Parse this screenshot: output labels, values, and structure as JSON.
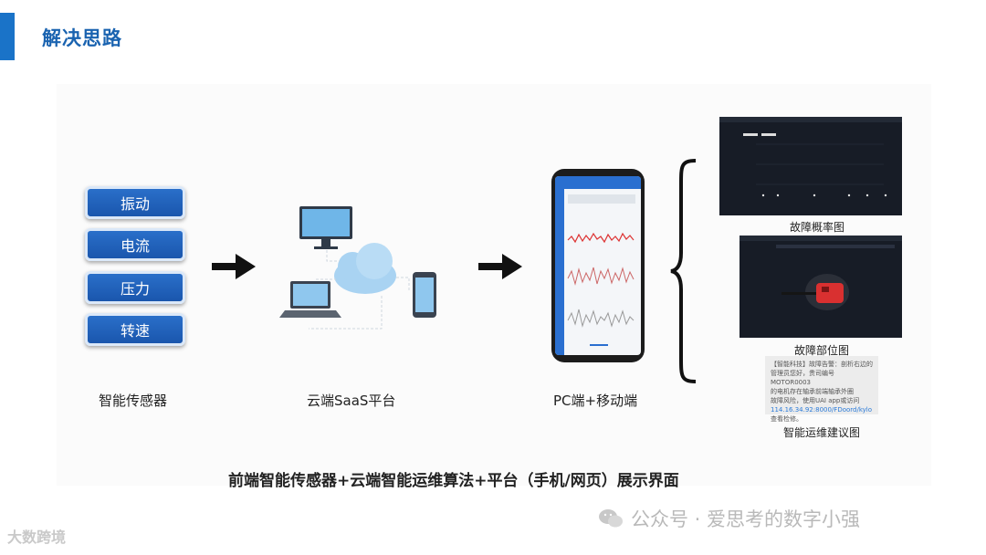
{
  "header": {
    "title": "解决思路"
  },
  "sensors": {
    "items": [
      "振动",
      "电流",
      "压力",
      "转速"
    ],
    "caption": "智能传感器"
  },
  "cloud": {
    "caption": "云端SaaS平台"
  },
  "client": {
    "caption": "PC端+移动端"
  },
  "screenshots": {
    "fault_probability": {
      "caption": "故障概率图"
    },
    "fault_location": {
      "caption": "故障部位图"
    },
    "advice": {
      "caption": "智能运维建议图",
      "message_lines": [
        "【智能科技】故障告警：剖析右边的",
        "管理员您好，贵司编号MOTOR0003",
        "的电机存在轴承前端轴承外圈",
        "故障风险，使用UAI app或访问"
      ],
      "link": "114.16.34.92:8000/FDoord/kylo",
      "message_tail": " 查看检修。"
    }
  },
  "summary": "前端智能传感器+云端智能运维算法+平台（手机/网页）展示界面",
  "footer": {
    "wechat_text": "公众号 · 爱思考的数字小强",
    "watermark_text": "大数跨境"
  },
  "colors": {
    "accent": "#1a73c8",
    "button": "#1f5fb8",
    "dark_panel": "#171c26"
  },
  "icons": [
    "arrow-right-icon",
    "monitor-icon",
    "cloud-icon",
    "laptop-icon",
    "phone-icon",
    "curly-brace-icon",
    "wechat-icon"
  ]
}
